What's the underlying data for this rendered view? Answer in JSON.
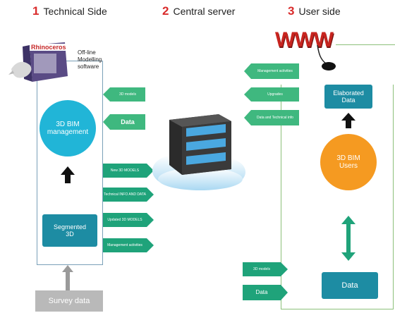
{
  "headers": [
    {
      "num": "1",
      "text": "Technical Side"
    },
    {
      "num": "2",
      "text": "Central server"
    },
    {
      "num": "3",
      "text": "User side"
    }
  ],
  "rhino": {
    "logo": "Rhinoceros",
    "caption": "Off-line\nModelling\nsoftware"
  },
  "www": "WWW",
  "left": {
    "bim_management": "3D BIM\nmanagement",
    "segmented": "Segmented\n3D",
    "survey": "Survey data"
  },
  "right": {
    "elaborated": "Elaborated\nData",
    "bim_users": "3D BIM\nUsers",
    "data": "Data"
  },
  "arrows_to_left": [
    "3D models",
    "Data"
  ],
  "arrows_from_left": [
    "New 3D MODELS",
    "Technical INFO AND DATA",
    "Updated 3D MODELS",
    "Management activities"
  ],
  "arrows_to_user": [
    "Management activities",
    "Upgrades",
    "Data and Technical info"
  ],
  "arrows_from_user": [
    "3D models",
    "Data"
  ],
  "colors": {
    "teal": "#1d8ca3",
    "cyan": "#21b5d7",
    "orange": "#f59a21",
    "green": "#1fa37a"
  }
}
